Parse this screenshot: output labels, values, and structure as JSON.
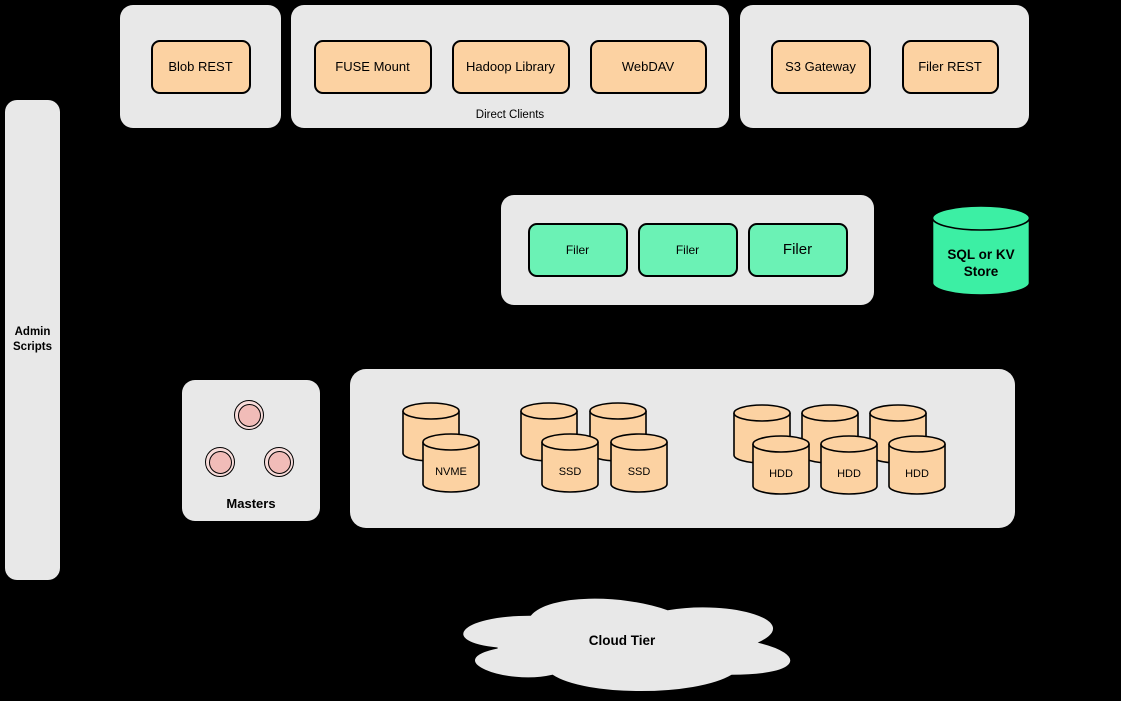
{
  "colors": {
    "bg": "#000000",
    "panel": "#e8e8e8",
    "orange": "#fcd2a2",
    "green": "#6bf2b5",
    "green-deep": "#3cefa4",
    "pink-outer": "#f8dcda",
    "pink-inner": "#f1bcb8",
    "stroke": "#000000"
  },
  "admin_panel": {
    "label": "Admin\nScripts"
  },
  "blob_group": {
    "nodes": [
      {
        "label": "Blob REST"
      }
    ]
  },
  "direct_clients_group": {
    "caption": "Direct Clients",
    "nodes": [
      {
        "label": "FUSE Mount"
      },
      {
        "label": "Hadoop Library"
      },
      {
        "label": "WebDAV"
      }
    ]
  },
  "gateway_group": {
    "nodes": [
      {
        "label": "S3 Gateway"
      },
      {
        "label": "Filer REST"
      }
    ]
  },
  "filer_group": {
    "nodes": [
      {
        "label": "Filer"
      },
      {
        "label": "Filer"
      },
      {
        "label": "Filer"
      }
    ]
  },
  "metadata_store": {
    "label": "SQL or KV\nStore"
  },
  "masters_group": {
    "label": "Masters"
  },
  "volume_group": {
    "nvme": {
      "disks": [
        "NVME"
      ]
    },
    "ssd": {
      "disks": [
        "SSD",
        "SSD"
      ]
    },
    "hdd": {
      "disks": [
        "HDD",
        "HDD",
        "HDD"
      ]
    }
  },
  "cloud_tier": {
    "label": "Cloud Tier"
  }
}
